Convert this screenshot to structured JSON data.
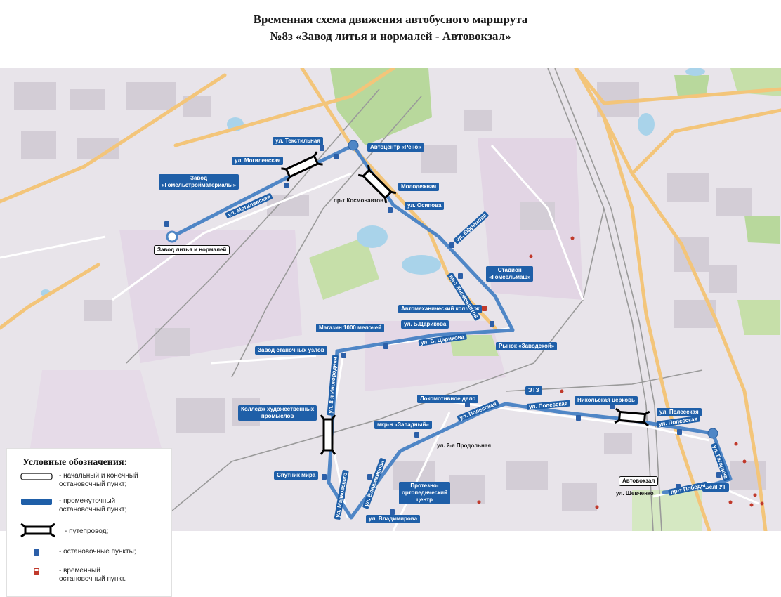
{
  "header": {
    "line1": "Временная схема движения автобусного  маршрута",
    "line2": "№8з «Завод литья и нормалей - Автовокзал»"
  },
  "map": {
    "stops": {
      "zavod_gomelstroy": [
        "Завод",
        "«Гомельстройматериалы»"
      ],
      "mogilevskaya": "ул. Могилевская",
      "tekstilnaya": "ул. Текстильная",
      "autocenter": "Автоцентр «Рено»",
      "molodezhnaya": "Молодежная",
      "osipova": "ул. Осипова",
      "efremova": "ул. Ефремова",
      "stadion": [
        "Стадион",
        "«Гомсельмаш»"
      ],
      "avtomeh": "Автомеханический колледж",
      "b_tsarikova": "ул. Б.Царикова",
      "magazin": "Магазин 1000 мелочей",
      "rynok": "Рынок «Заводской»",
      "stanochnyh": "Завод станочных узлов",
      "kolledzh": [
        "Колледж художественных",
        "промыслов"
      ],
      "lokomotivnoe": "Локомотивное дело",
      "etz": "ЭТЗ",
      "nikolskaya": "Никольская церковь",
      "polesskaya1": "ул. Полесская",
      "polesskaya2": "ул. Полесская",
      "zapadny": "мкр-н «Западный»",
      "sputnik": "Спутник мира",
      "protezno": [
        "Протезно-",
        "ортопедический",
        "центр"
      ],
      "vladimirova": "ул. Владимирова",
      "avtovokzal": "Автовокзал",
      "belgut": "БелГУТ",
      "zavod_litya": "Завод литья и нормалей"
    },
    "roads": {
      "mogilevskaya": "ул. Могилевская",
      "kosmonavtov": "пр-т Космонавтов",
      "pr_kosmonavtov": "пр-т Космонавтов",
      "b_tsarikova": "ул. Б. Царикова",
      "inogorodnya": "ул. 8-я Иногородняя",
      "polesskaya_a": "ул. Полесская",
      "polesskaya_b": "ул. Полесская",
      "polesskaya_c": "ул. Полесская",
      "vladimirova_road": "ул. Владимирова",
      "mayakovskogo": "ул. Маяковского",
      "gagarina": "ул. Гагарина",
      "pobedy": "пр-т Победы",
      "prodolnaya": "ул. 2-я Продольная",
      "shevchenko": "ул. Шевченко"
    },
    "colors": {
      "route": "#4f86c6",
      "stop_label": "#1f5fa8",
      "land": "#e8e4ea",
      "green": "#b8d89c",
      "water": "#a9d3ea",
      "road_major": "#f3c57a",
      "rail": "#9a9a9a"
    }
  },
  "legend": {
    "title": "Условные обозначения:",
    "items": [
      {
        "symbol": "terminal-stop-icon",
        "text": [
          "- начальный и конечный",
          "остановочный пункт;"
        ]
      },
      {
        "symbol": "intermediate-stop-icon",
        "text": [
          "- промежуточный",
          "остановочный пункт;"
        ]
      },
      {
        "symbol": "overpass-icon",
        "text": [
          "- путепровод;"
        ]
      },
      {
        "symbol": "bus-stop-icon",
        "text": [
          "- остановочные пункты;"
        ]
      },
      {
        "symbol": "temporary-stop-icon",
        "text": [
          "- временный",
          "остановочный пункт."
        ]
      }
    ]
  }
}
